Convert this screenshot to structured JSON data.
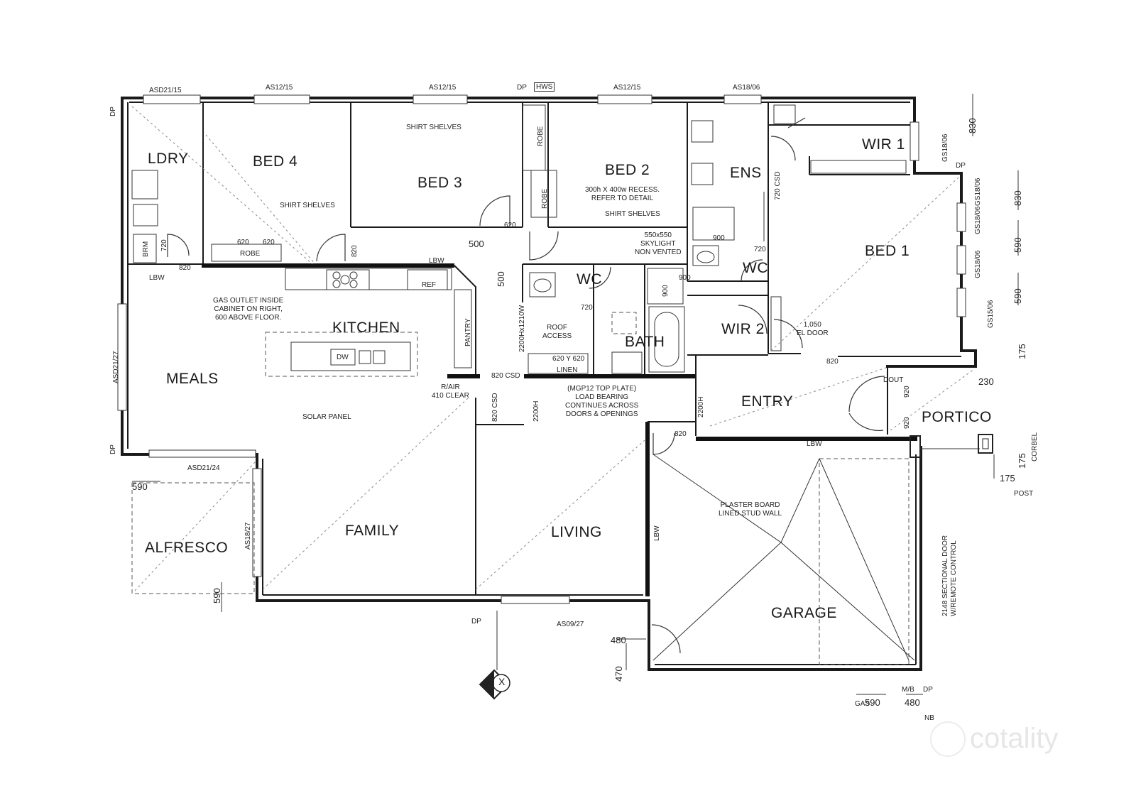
{
  "rooms": {
    "ldry": "LDRY",
    "bed4": "BED 4",
    "bed3": "BED 3",
    "bed2": "BED 2",
    "ens": "ENS",
    "wir1": "WIR 1",
    "bed1": "BED 1",
    "wc1": "WC",
    "wc2": "WC",
    "kitchen": "KITCHEN",
    "bath": "BATH",
    "wir2": "WIR 2",
    "meals": "MEALS",
    "entry": "ENTRY",
    "portico": "PORTICO",
    "family": "FAMILY",
    "living": "LIVING",
    "alfresco": "ALFRESCO",
    "garage": "GARAGE"
  },
  "notes": {
    "shirt_shelves_top": "SHIRT SHELVES",
    "shirt_shelves_bed4": "SHIRT SHELVES",
    "shirt_shelves_bed2": "SHIRT SHELVES",
    "recess": "300h X 400w RECESS.\nREFER TO DETAIL",
    "skylight": "550x550\nSKYLIGHT\nNON VENTED",
    "gas_outlet": "GAS OUTLET INSIDE\nCABINET ON RIGHT,\n600 ABOVE FLOOR.",
    "solar_panel": "SOLAR PANEL",
    "roof_access": "ROOF\nACCESS",
    "linen": "LINEN",
    "robe_bed4": "ROBE",
    "robe_bed3": "ROBE",
    "robe_bed2": "ROBE",
    "pantry": "PANTRY",
    "ref": "REF",
    "dw": "DW",
    "brm": "BRM",
    "rair": "R/AIR\n410 CLEAR",
    "top_plate": "(MGP12 TOP PLATE)\nLOAD BEARING\nCONTINUES ACROSS\nDOORS & OPENINGS",
    "plaster_board": "PLASTER BOARD\nLINED STUD WALL",
    "sectional_door": "2148 SECTIONAL DOOR\nW/REMOTE CONTROL",
    "el_door": "1,050\nEL DOOR",
    "dout": "DOUT"
  },
  "tags": {
    "asd2115": "ASD21/15",
    "as1215_a": "AS12/15",
    "as1215_b": "AS12/15",
    "as1215_c": "AS12/15",
    "as1806": "AS18/06",
    "dp_top": "DP",
    "hws": "HWS",
    "dp_left": "DP",
    "dp_left2": "DP",
    "dp_right": "DP",
    "dp_bottom": "DP",
    "dp_garage": "DP",
    "asd2127": "ASD21/27",
    "asd2124": "ASD21/24",
    "as1827": "AS18/27",
    "as0927": "AS09/27",
    "gs1806_a": "GS18/06",
    "gs1806_b": "GS18/06",
    "gs1806_c": "GS18/06",
    "gs1806_d": "GS18/06",
    "gs1506": "GS15/06",
    "lbw_ldry": "LBW",
    "lbw_kitchen": "LBW",
    "lbw_entry": "LBW",
    "lbw_garage": "LBW",
    "gas": "GAS",
    "mb": "M/B",
    "nb": "NB",
    "post": "POST",
    "corbel": "CORBEL"
  },
  "dims": {
    "d830_top": "830",
    "d830_mid": "830",
    "d590_r1": "590",
    "d590_r2": "590",
    "d175_a": "175",
    "d175_b": "175",
    "d175_c": "175",
    "d230": "230",
    "d590_alf": "590",
    "d590_alf_v": "590",
    "d480_g": "480",
    "d470": "470",
    "d590_g": "590",
    "d480_b": "480",
    "d500": "500",
    "d500b": "500",
    "d620_a": "620",
    "d620_b": "620",
    "d620_c": "620",
    "d720_a": "720",
    "d720_b": "720",
    "d720_c": "720",
    "d820_a": "820",
    "d820_b": "820",
    "d820_c": "820",
    "d820_csd": "820 CSD",
    "d820_csd2": "820 CSD",
    "d720_csd": "720 CSD",
    "d2200": "2200Hx1210W",
    "d2200b": "2200H",
    "d2200c": "2200H",
    "d620x620": "620 Y 620",
    "d900_a": "900",
    "d900_b": "900",
    "d900_c": "900",
    "d920": "920",
    "d920b": "920",
    "d820_door": "820"
  },
  "north_symbol": "X",
  "watermark": "cotality"
}
